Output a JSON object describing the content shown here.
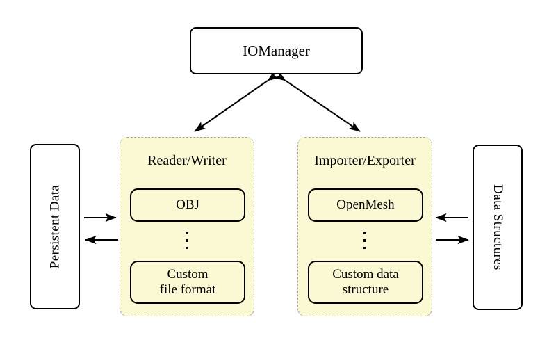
{
  "diagram": {
    "title_node": {
      "label": "IOManager"
    },
    "left_endpoint": {
      "label": "Persistent Data"
    },
    "right_endpoint": {
      "label": "Data Structures"
    },
    "groups": [
      {
        "id": "reader-writer",
        "title": "Reader/Writer",
        "top_item": "OBJ",
        "ellipsis": "⋮",
        "bottom_item_line1": "Custom",
        "bottom_item_line2": "file format"
      },
      {
        "id": "importer-exporter",
        "title": "Importer/Exporter",
        "top_item": "OpenMesh",
        "ellipsis": "⋮",
        "bottom_item_line1": "Custom data",
        "bottom_item_line2": "structure"
      }
    ],
    "connectors": [
      {
        "name": "iomanager-to-reader-writer",
        "style": "double-headed-arrow"
      },
      {
        "name": "iomanager-to-importer-exporter",
        "style": "double-headed-arrow"
      },
      {
        "name": "persistent-data-to-reader-writer",
        "style": "arrow-right"
      },
      {
        "name": "reader-writer-to-persistent-data",
        "style": "arrow-left"
      },
      {
        "name": "data-structures-to-importer-exporter",
        "style": "arrow-left"
      },
      {
        "name": "importer-exporter-to-data-structures",
        "style": "arrow-right"
      }
    ],
    "colors": {
      "panel_fill": "#fbf8d4",
      "panel_border": "#a8a8a0",
      "node_border": "#000000",
      "background": "#ffffff"
    }
  }
}
